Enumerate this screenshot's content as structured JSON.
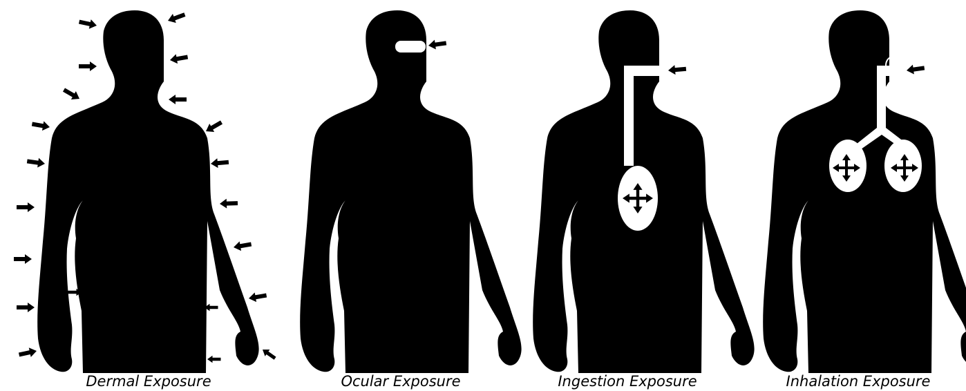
{
  "panels": [
    {
      "key": "dermal",
      "caption": "Dermal Exposure"
    },
    {
      "key": "ocular",
      "caption": "Ocular Exposure"
    },
    {
      "key": "ingestion",
      "caption": "Ingestion Exposure"
    },
    {
      "key": "inhalation",
      "caption": "Inhalation Exposure"
    }
  ],
  "colors": {
    "silhouette": "#000000",
    "organ": "#ffffff",
    "arrow": "#000000"
  },
  "icons": {
    "arrow": "arrow-icon",
    "diffusion": "diffusion-arrows-icon"
  }
}
